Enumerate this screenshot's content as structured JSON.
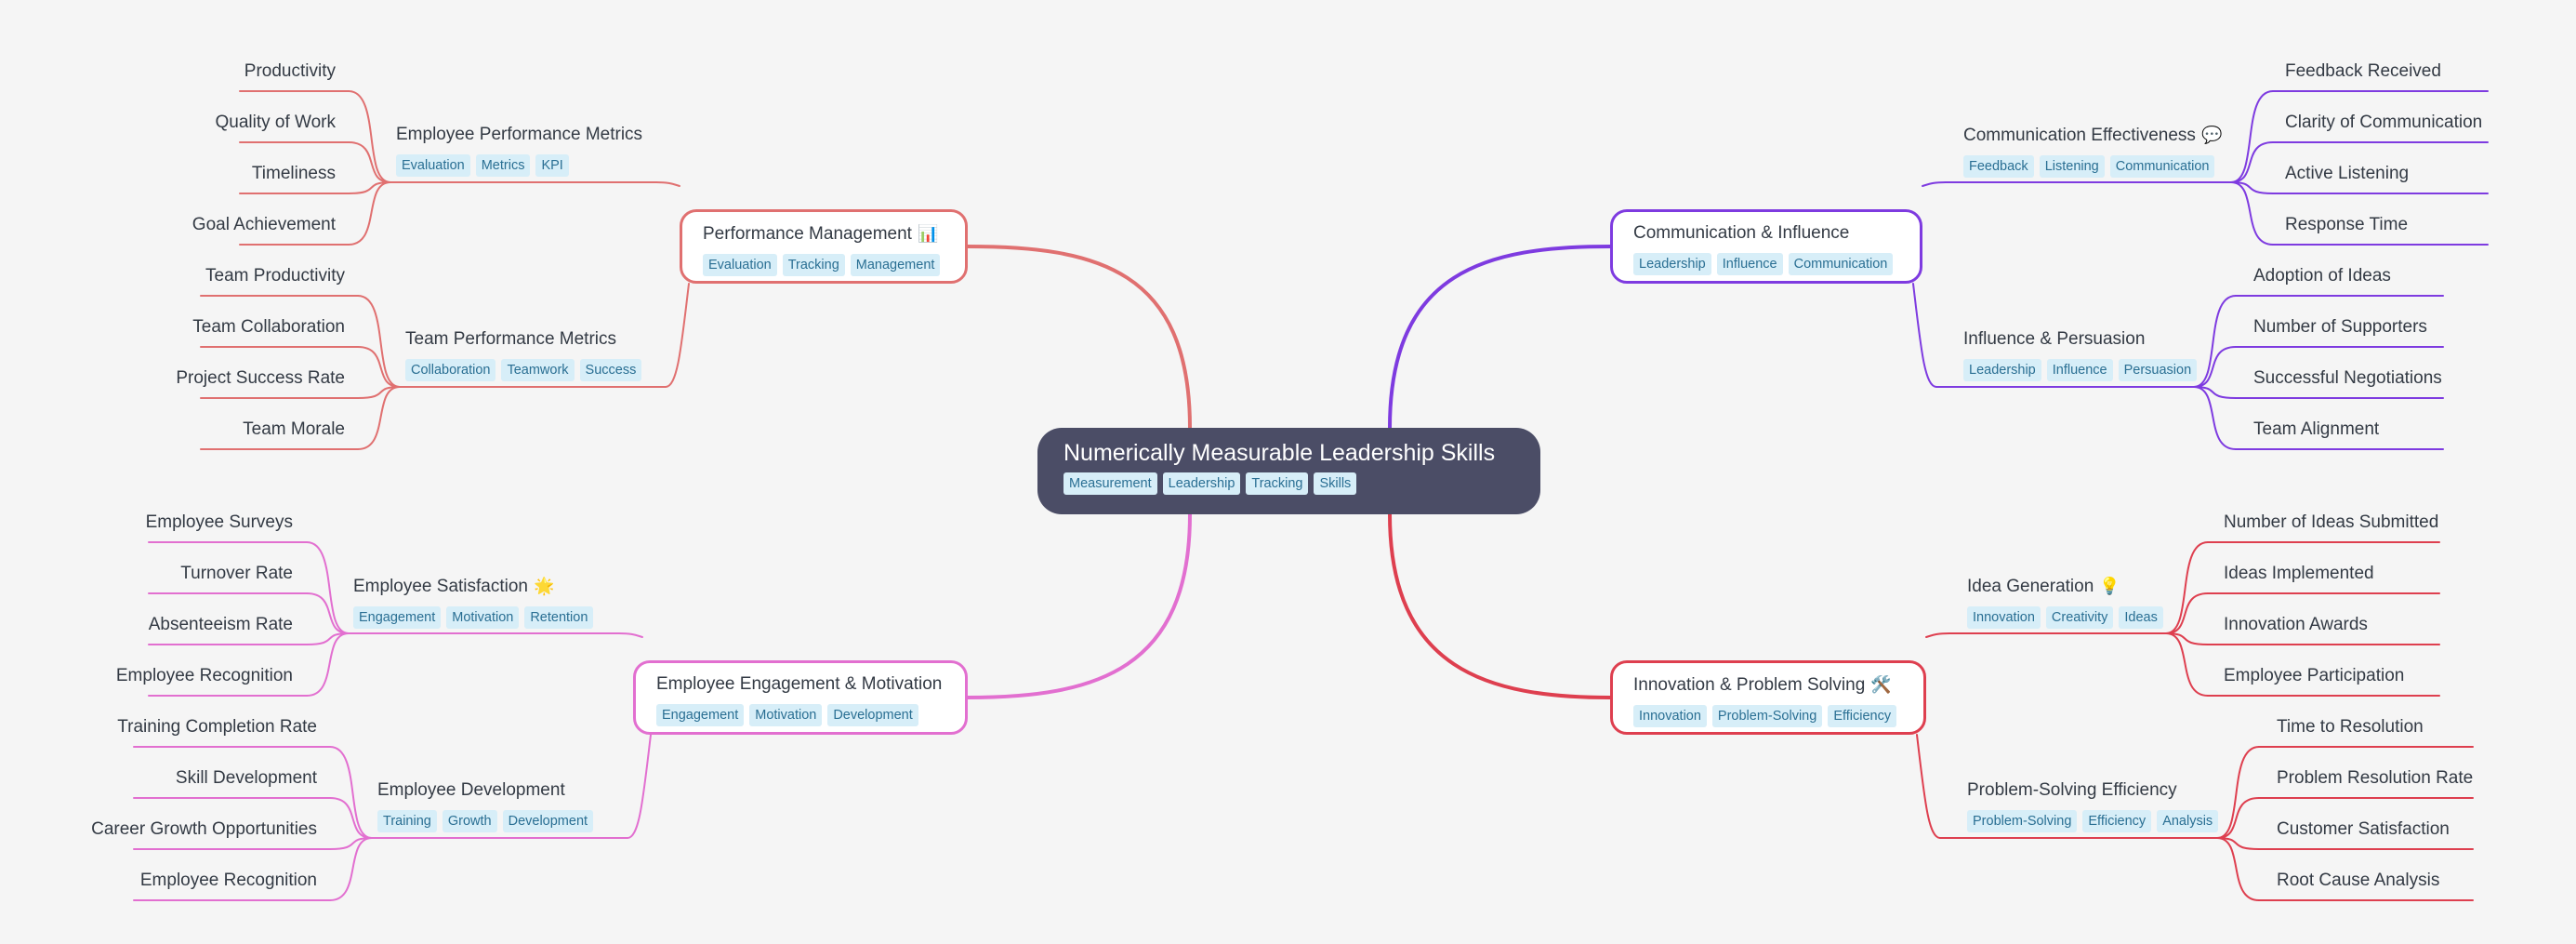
{
  "central": {
    "title": "Numerically Measurable Leadership Skills",
    "tags": [
      "Measurement",
      "Leadership",
      "Tracking",
      "Skills"
    ],
    "color": "#4b4d66"
  },
  "branches": [
    {
      "id": "perf",
      "title": "Performance Management",
      "icon": "📊",
      "icon_name": "bar-chart-icon",
      "tags": [
        "Evaluation",
        "Tracking",
        "Management"
      ],
      "color": "#e07070",
      "side": "left",
      "children": [
        {
          "title": "Employee Performance Metrics",
          "tags": [
            "Evaluation",
            "Metrics",
            "KPI"
          ],
          "leaves": [
            "Productivity",
            "Quality of Work",
            "Timeliness",
            "Goal Achievement"
          ]
        },
        {
          "title": "Team Performance Metrics",
          "tags": [
            "Collaboration",
            "Teamwork",
            "Success"
          ],
          "leaves": [
            "Team Productivity",
            "Team Collaboration",
            "Project Success Rate",
            "Team Morale"
          ]
        }
      ]
    },
    {
      "id": "engage",
      "title": "Employee Engagement & Motivation",
      "icon": "",
      "icon_name": "",
      "tags": [
        "Engagement",
        "Motivation",
        "Development"
      ],
      "color": "#e26fd0",
      "side": "left",
      "children": [
        {
          "title": "Employee Satisfaction",
          "icon": "🌟",
          "icon_name": "star-icon",
          "tags": [
            "Engagement",
            "Motivation",
            "Retention"
          ],
          "leaves": [
            "Employee Surveys",
            "Turnover Rate",
            "Absenteeism Rate",
            "Employee Recognition"
          ]
        },
        {
          "title": "Employee Development",
          "tags": [
            "Training",
            "Growth",
            "Development"
          ],
          "leaves": [
            "Training Completion Rate",
            "Skill Development",
            "Career Growth Opportunities",
            "Employee Recognition"
          ]
        }
      ]
    },
    {
      "id": "comm",
      "title": "Communication & Influence",
      "icon": "",
      "icon_name": "",
      "tags": [
        "Leadership",
        "Influence",
        "Communication"
      ],
      "color": "#7e3be0",
      "side": "right",
      "children": [
        {
          "title": "Communication Effectiveness",
          "icon": "💬",
          "icon_name": "speech-bubble-icon",
          "tags": [
            "Feedback",
            "Listening",
            "Communication"
          ],
          "leaves": [
            "Feedback Received",
            "Clarity of Communication",
            "Active Listening",
            "Response Time"
          ]
        },
        {
          "title": "Influence & Persuasion",
          "tags": [
            "Leadership",
            "Influence",
            "Persuasion"
          ],
          "leaves": [
            "Adoption of Ideas",
            "Number of Supporters",
            "Successful Negotiations",
            "Team Alignment"
          ]
        }
      ]
    },
    {
      "id": "innov",
      "title": "Innovation & Problem Solving",
      "icon": "🛠️",
      "icon_name": "tools-icon",
      "tags": [
        "Innovation",
        "Problem-Solving",
        "Efficiency"
      ],
      "color": "#de3f4f",
      "side": "right",
      "children": [
        {
          "title": "Idea Generation",
          "icon": "💡",
          "icon_name": "lightbulb-icon",
          "tags": [
            "Innovation",
            "Creativity",
            "Ideas"
          ],
          "leaves": [
            "Number of Ideas Submitted",
            "Ideas Implemented",
            "Innovation Awards",
            "Employee Participation"
          ]
        },
        {
          "title": "Problem-Solving Efficiency",
          "tags": [
            "Problem-Solving",
            "Efficiency",
            "Analysis"
          ],
          "leaves": [
            "Time to Resolution",
            "Problem Resolution Rate",
            "Customer Satisfaction",
            "Root Cause Analysis"
          ]
        }
      ]
    }
  ]
}
